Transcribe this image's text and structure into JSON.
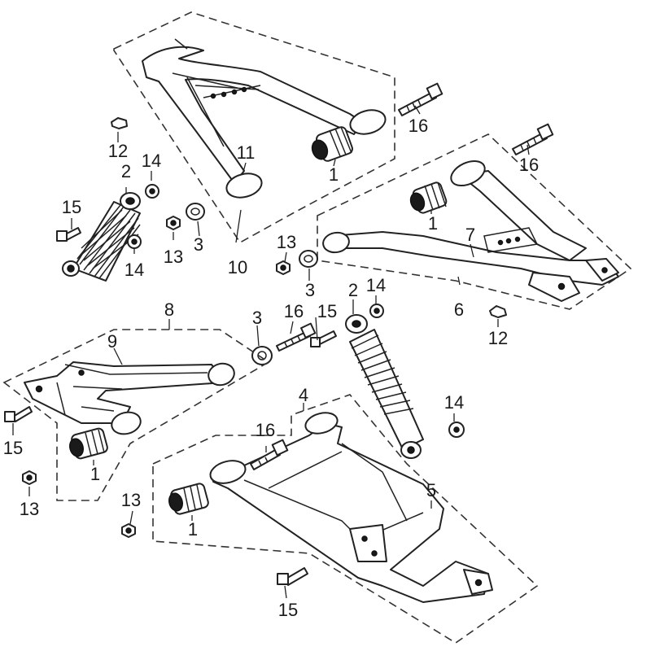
{
  "diagram": {
    "title": "",
    "labels": {
      "l1a": "1",
      "l1b": "1",
      "l1c": "1",
      "l1d": "1",
      "l2a": "2",
      "l2b": "2",
      "l3a": "3",
      "l3b": "3",
      "l3c": "3",
      "l4": "4",
      "l5": "5",
      "l6": "6",
      "l7": "7",
      "l8": "8",
      "l9": "9",
      "l10": "10",
      "l11": "11",
      "l12a": "12",
      "l12b": "12",
      "l13a": "13",
      "l13b": "13",
      "l13c": "13",
      "l13d": "13",
      "l14a": "14",
      "l14b": "14",
      "l14c": "14",
      "l14d": "14",
      "l15a": "15",
      "l15b": "15",
      "l15c": "15",
      "l15d": "15",
      "l16a": "16",
      "l16b": "16",
      "l16c": "16",
      "l16d": "16"
    }
  }
}
